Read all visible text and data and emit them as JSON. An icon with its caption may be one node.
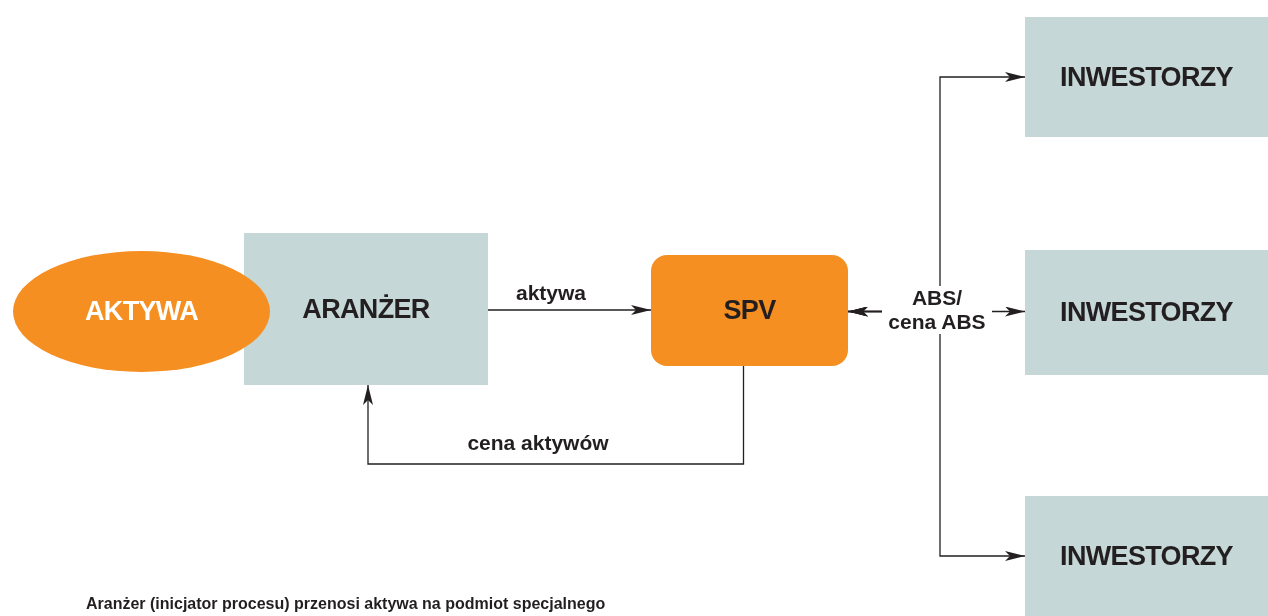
{
  "diagram": {
    "nodes": [
      {
        "text": [
          "AKTYWA"
        ]
      },
      {
        "text": [
          "ARANŻER"
        ]
      },
      {
        "text": [
          "SPV"
        ]
      },
      {
        "text": [
          "INWESTORZY"
        ]
      },
      {
        "text": [
          "INWESTORZY"
        ]
      },
      {
        "text": [
          "INWESTORZY"
        ]
      }
    ],
    "edges": [
      {
        "from": 1,
        "to": 2,
        "arrow": "to",
        "label": "aktywa"
      },
      {
        "from": 2,
        "to": 1,
        "arrow": "to",
        "label": "cena aktywów"
      },
      {
        "from": 2,
        "to": 3,
        "arrow": "both"
      },
      {
        "from": 2,
        "to": 4,
        "arrow": "both",
        "label": "ABS/ cena ABS"
      },
      {
        "from": 2,
        "to": 5,
        "arrow": "both"
      }
    ],
    "labels": [
      "Aranżer (inicjator procesu) przenosi aktywa na podmiot specjalnego"
    ]
  }
}
